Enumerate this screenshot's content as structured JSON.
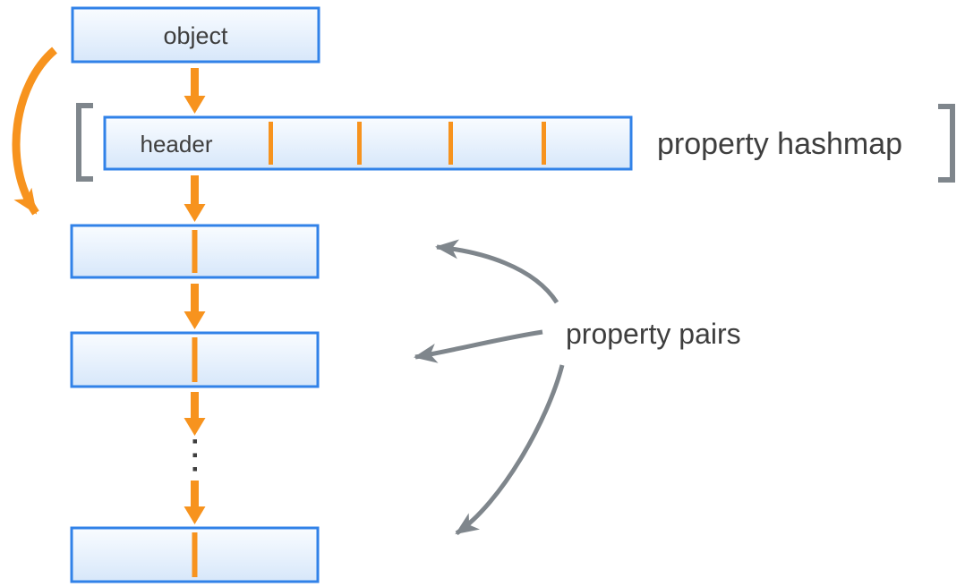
{
  "diagram": {
    "object_box": {
      "label": "object"
    },
    "hashmap": {
      "header_label": "header",
      "label": "property hashmap",
      "slot_count": 5
    },
    "pairs": {
      "label": "property pairs",
      "row_count": 3
    }
  },
  "colors": {
    "orange": "#F7931E",
    "box_border": "#3182E8",
    "box_fill_top": "#F9FCFF",
    "box_fill_bottom": "#D7E7FA",
    "gray": "#7F868C",
    "text": "#3E3E3E",
    "background": "#FFFFFF"
  }
}
